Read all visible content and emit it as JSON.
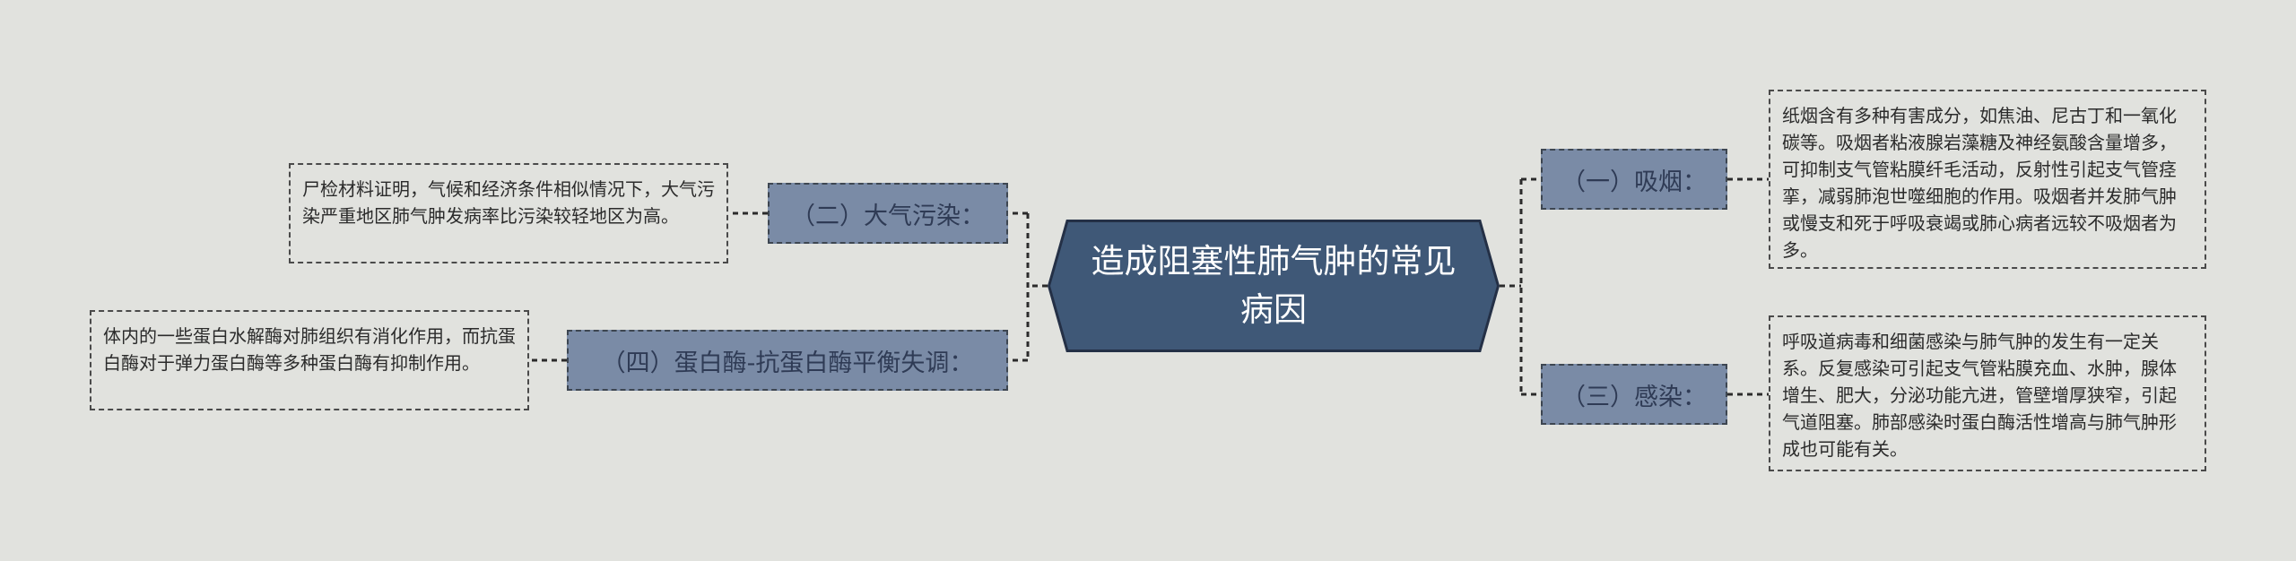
{
  "center": {
    "title": "造成阻塞性肺气肿的常见病因"
  },
  "branches": [
    {
      "label": "（一）吸烟：",
      "note": "纸烟含有多种有害成分，如焦油、尼古丁和一氧化碳等。吸烟者粘液腺岩藻糖及神经氨酸含量增多，可抑制支气管粘膜纤毛活动，反射性引起支气管痉挛，减弱肺泡世噬细胞的作用。吸烟者并发肺气肿或慢支和死于呼吸衰竭或肺心病者远较不吸烟者为多。"
    },
    {
      "label": "（三）感染：",
      "note": "呼吸道病毒和细菌感染与肺气肿的发生有一定关系。反复感染可引起支气管粘膜充血、水肿，腺体增生、肥大，分泌功能亢进，管壁增厚狭窄，引起气道阻塞。肺部感染时蛋白酶活性增高与肺气肿形成也可能有关。"
    },
    {
      "label": "（二）大气污染：",
      "note": "尸检材料证明，气候和经济条件相似情况下，大气污染严重地区肺气肿发病率比污染较轻地区为高。"
    },
    {
      "label": "（四）蛋白酶-抗蛋白酶平衡失调：",
      "note": "体内的一些蛋白水解酶对肺组织有消化作用，而抗蛋白酶对于弹力蛋白酶等多种蛋白酶有抑制作用。"
    }
  ],
  "colors": {
    "background": "#e1e2de",
    "center_fill": "#3f5877",
    "center_border": "#243046",
    "branch_fill": "#7a8ba6",
    "connector": "#2b2b2b"
  }
}
